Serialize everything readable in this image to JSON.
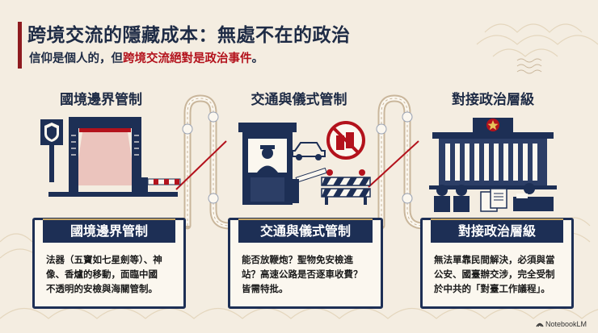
{
  "header": {
    "title": "跨境交流的隱藏成本：無處不在的政治",
    "subtitle_prefix": "信仰是個人的，但",
    "subtitle_highlight": "跨境交流絕對是政治事件",
    "subtitle_suffix": "。"
  },
  "columns": [
    {
      "heading": "國境邊界管制",
      "card_title": "國境邊界管制",
      "body_lines": [
        "法器（五寶如七星劍等）、神",
        "像、香爐的移動，面臨中國",
        "不透明的安檢與海關管制。"
      ]
    },
    {
      "heading": "交通與儀式管制",
      "card_title": "交通與儀式管制",
      "body_lines": [
        "能否放鞭炮？聖物免安檢進",
        "站？高速公路是否逐車收費？",
        "皆需特批。"
      ]
    },
    {
      "heading": "對接政治層級",
      "card_title": "對接政治層級",
      "body_lines": [
        "無法單靠民間解決，必須與當",
        "公安、國臺辦交涉，完全受制",
        "於中共的「對臺工作議程」。"
      ]
    }
  ],
  "brand": "NotebookLM",
  "colors": {
    "navy": "#1d2f55",
    "red": "#b3121c",
    "background": "#f4ede1",
    "gold": "#c9a762"
  },
  "icons": [
    "security-scanner-icon",
    "gate-barrier-icon",
    "guard-booth-icon",
    "car-icon",
    "no-firecracker-icon",
    "road-barricade-icon",
    "government-building-icon",
    "officials-icon",
    "documents-icon"
  ]
}
